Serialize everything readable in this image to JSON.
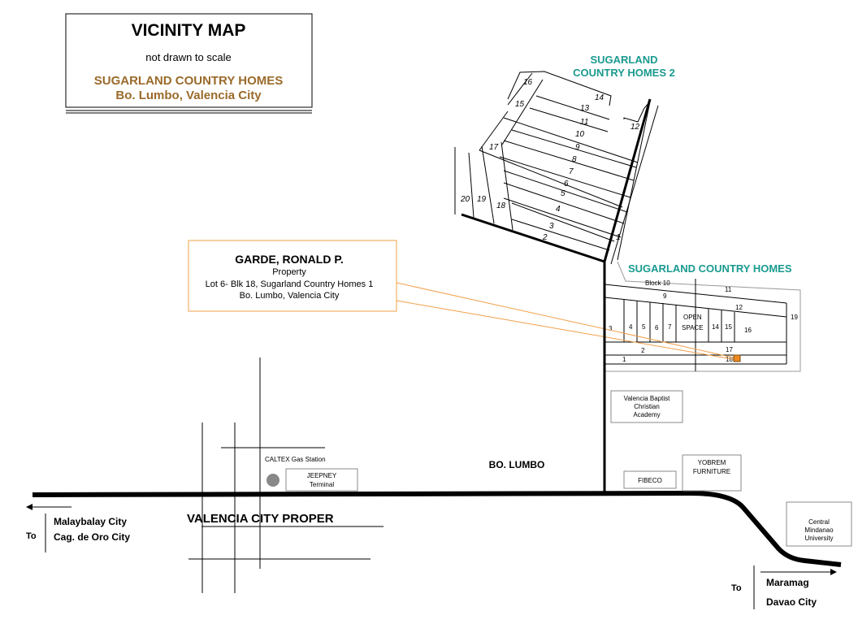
{
  "title_box": {
    "title": "VICINITY MAP",
    "subtitle": "not drawn to scale",
    "project": "SUGARLAND COUNTRY HOMES",
    "location": "Bo. Lumbo, Valencia City"
  },
  "subdivisions": {
    "sch2_line1": "SUGARLAND",
    "sch2_line2": "COUNTRY HOMES 2",
    "sch1": "SUGARLAND COUNTRY HOMES"
  },
  "callout": {
    "owner": "GARDE, RONALD P.",
    "line1": "Property",
    "line2": "Lot 6- Blk 18, Sugarland Country Homes 1",
    "line3": "Bo. Lumbo, Valencia City"
  },
  "sch2_lots": [
    "16",
    "14",
    "15",
    "13",
    "11",
    "12",
    "10",
    "9",
    "17",
    "8",
    "7",
    "6",
    "5",
    "20",
    "19",
    "18",
    "4",
    "3",
    "2",
    "1"
  ],
  "sch1_lots": [
    "Block 10",
    "11",
    "9",
    "12",
    "19",
    "3",
    "4",
    "5",
    "6",
    "7",
    "OPEN",
    "SPACE",
    "14",
    "15",
    "16",
    "2",
    "17",
    "1",
    "18"
  ],
  "landmarks": {
    "vbca": [
      "Valencia Baptist",
      "Christian",
      "Academy"
    ],
    "yobrem": [
      "YOBREM",
      "FURNITURE"
    ],
    "fibeco": "FIBECO",
    "cmu": [
      "Central",
      "Mindanao",
      "University"
    ],
    "caltex": "CALTEX Gas Station",
    "jeepney": [
      "JEEPNEY",
      "Terminal"
    ],
    "bo_lumbo": "BO. LUMBO",
    "city_proper": "VALENCIA CITY PROPER"
  },
  "directions": {
    "west": {
      "to": "To",
      "line1": "Malaybalay City",
      "line2": "Cag. de Oro City"
    },
    "east": {
      "to": "To",
      "line1": "Maramag",
      "line2": "Davao City"
    }
  },
  "colors": {
    "teal": "#1a9a8f",
    "brown": "#9a6a2a",
    "orange": "#f2a04a",
    "marker": "#f08a20"
  }
}
